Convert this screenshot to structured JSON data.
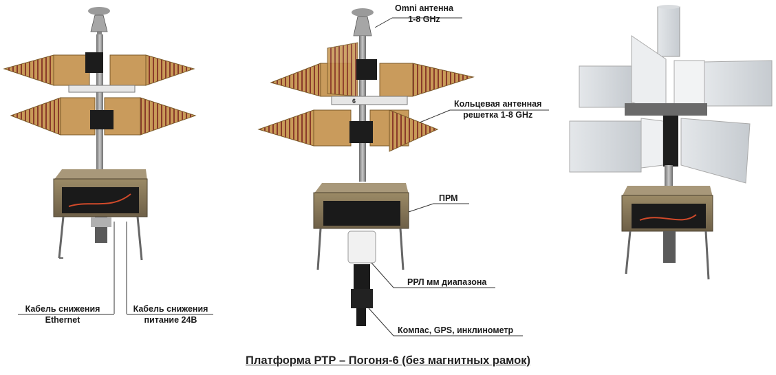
{
  "labels": {
    "omni_line1": "Omni антенна",
    "omni_line2": "1-8 GHz",
    "ring_line1": "Кольцевая антенная",
    "ring_line2": "решетка 1-8 GHz",
    "prm": "ПРМ",
    "rrl": "РРЛ мм диапазона",
    "compass": "Компас, GPS, инклинометр",
    "cable_eth_line1": "Кабель снижения",
    "cable_eth_line2": "Ethernet",
    "cable_pwr_line1": "Кабель снижения",
    "cable_pwr_line2": "питание 24В",
    "mast_number": "6"
  },
  "title": "Платформа РТР – Погоня-6 (без магнитных рамок)"
}
